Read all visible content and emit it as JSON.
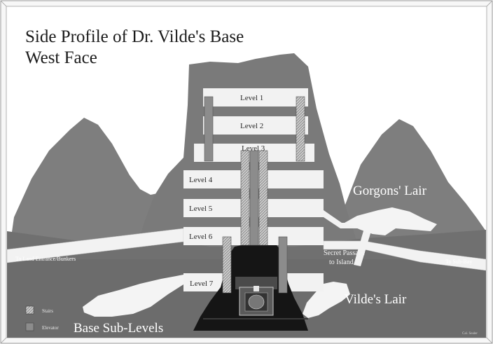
{
  "title": {
    "line1": "Side Profile of Dr. Vilde's Base",
    "line2": "West Face"
  },
  "levels": [
    "Level 1",
    "Level 2",
    "Level 3",
    "Level 4",
    "Level 5",
    "Level 6",
    "Level 7"
  ],
  "areas": {
    "gorgons_lair": "Gorgons' Lair",
    "vildes_lair": "Vilde's Lair",
    "base_sublevels": "Base Sub-Levels",
    "secret_passage_line1": "Secret Passage",
    "secret_passage_line2": "to Island"
  },
  "tunnels": {
    "left": "To Land Entrance/Bunkers",
    "right": "To Sub-Bay"
  },
  "legend": {
    "stairs": "Stairs",
    "elevator": "Elevator"
  },
  "signature": "Cal. Sealer",
  "colors": {
    "sky": "#ffffff",
    "rock": "#7e7e7e",
    "rock_dark": "#5e5e5e",
    "ground": "#6c6c6c",
    "floor": "#f2f2f2",
    "cave": "#ffffff",
    "pit": "#151515"
  }
}
